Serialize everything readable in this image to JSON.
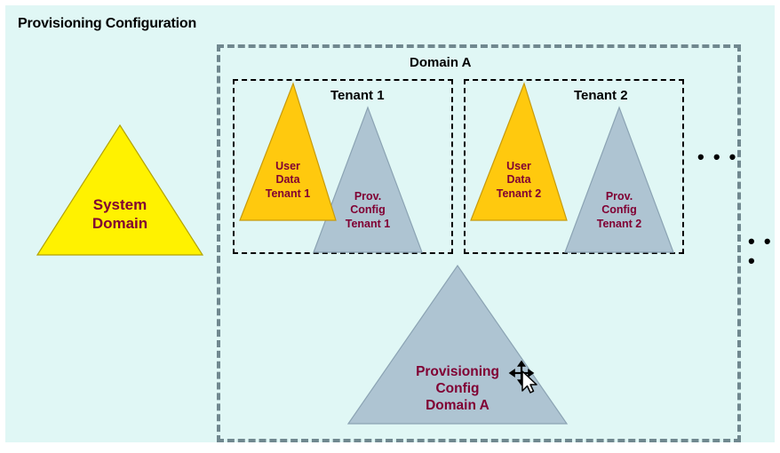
{
  "page": {
    "title": "Provisioning Configuration",
    "background_color": "#e0f7f5",
    "canvas_color": "#ffffff"
  },
  "colors": {
    "yellow_fill": "#fff200",
    "orange_fill": "#ffc90e",
    "gray_fill": "#aec4d2",
    "label_text": "#800033",
    "outer_dash": "#70888f",
    "inner_dash": "#000000",
    "heading_text": "#000000"
  },
  "domain": {
    "label": "Domain A",
    "border_style": "dashed-thick-gray"
  },
  "system_domain": {
    "label": "System\nDomain",
    "fill": "#fff200",
    "shape": "triangle"
  },
  "tenants": [
    {
      "box_label": "Tenant 1",
      "user_data": {
        "label": "User\nData\nTenant 1",
        "fill": "#ffc90e",
        "shape": "triangle"
      },
      "prov_config": {
        "label": "Prov.\nConfig\nTenant 1",
        "fill": "#aec4d2",
        "shape": "triangle"
      }
    },
    {
      "box_label": "Tenant 2",
      "user_data": {
        "label": "User\nData\nTenant 2",
        "fill": "#ffc90e",
        "shape": "triangle"
      },
      "prov_config": {
        "label": "Prov.\nConfig\nTenant 2",
        "fill": "#aec4d2",
        "shape": "triangle"
      }
    }
  ],
  "domain_prov_config": {
    "label": "Provisioning\nConfig\nDomain A",
    "fill": "#aec4d2",
    "shape": "triangle"
  },
  "ellipses": {
    "more_tenants": "• • •",
    "more_domains": "• • •"
  },
  "cursor": {
    "icon": "move-cursor",
    "type": "four-way-move-with-pointer"
  }
}
